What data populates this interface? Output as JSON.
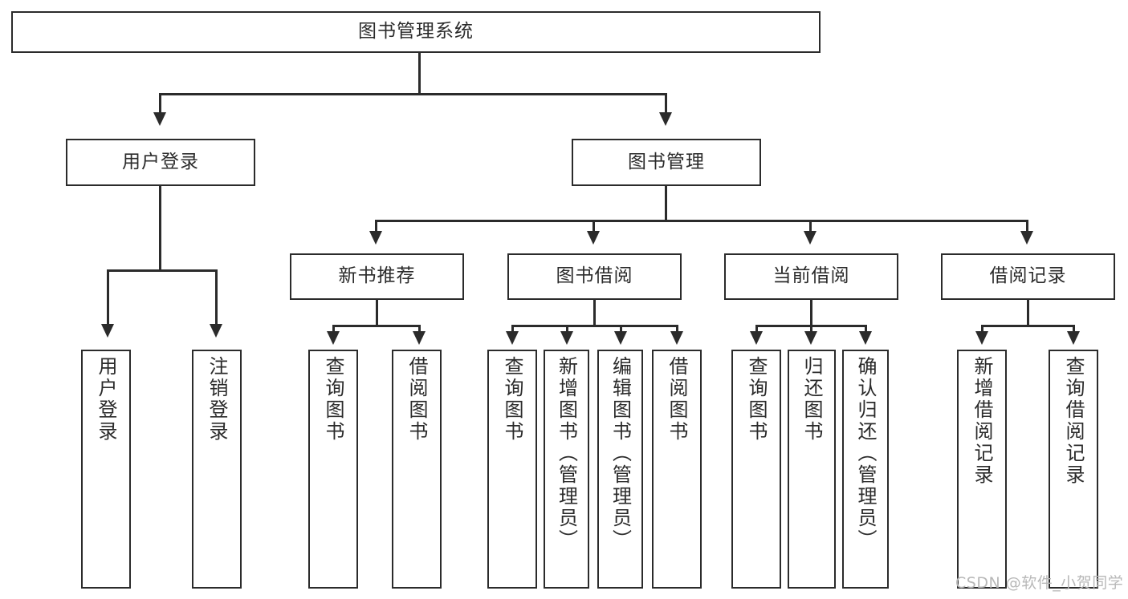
{
  "diagram": {
    "type": "tree",
    "title": "图书管理系统",
    "root": {
      "id": "root",
      "label": "图书管理系统"
    },
    "level2": [
      {
        "id": "user-login",
        "label": "用户登录"
      },
      {
        "id": "book-management",
        "label": "图书管理"
      }
    ],
    "level3": [
      {
        "id": "new-book-recommend",
        "label": "新书推荐",
        "parent": "book-management"
      },
      {
        "id": "book-borrow",
        "label": "图书借阅",
        "parent": "book-management"
      },
      {
        "id": "current-borrow",
        "label": "当前借阅",
        "parent": "book-management"
      },
      {
        "id": "borrow-record",
        "label": "借阅记录",
        "parent": "book-management"
      }
    ],
    "leaves": [
      {
        "id": "leaf-user-login",
        "label": "用户登录",
        "parent": "user-login"
      },
      {
        "id": "leaf-user-logout",
        "label": "注销登录",
        "parent": "user-login"
      },
      {
        "id": "leaf-query-book-1",
        "label": "查询图书",
        "parent": "new-book-recommend"
      },
      {
        "id": "leaf-borrow-book-1",
        "label": "借阅图书",
        "parent": "new-book-recommend"
      },
      {
        "id": "leaf-query-book-2",
        "label": "查询图书",
        "parent": "book-borrow"
      },
      {
        "id": "leaf-add-book",
        "label": "新增图书（管理员）",
        "parent": "book-borrow"
      },
      {
        "id": "leaf-edit-book",
        "label": "编辑图书（管理员）",
        "parent": "book-borrow"
      },
      {
        "id": "leaf-borrow-book-2",
        "label": "借阅图书",
        "parent": "book-borrow"
      },
      {
        "id": "leaf-query-book-3",
        "label": "查询图书",
        "parent": "current-borrow"
      },
      {
        "id": "leaf-return-book",
        "label": "归还图书",
        "parent": "current-borrow"
      },
      {
        "id": "leaf-confirm-return",
        "label": "确认归还（管理员）",
        "parent": "current-borrow"
      },
      {
        "id": "leaf-add-record",
        "label": "新增借阅记录",
        "parent": "borrow-record"
      },
      {
        "id": "leaf-query-record",
        "label": "查询借阅记录",
        "parent": "borrow-record"
      }
    ]
  },
  "watermark": {
    "text": "CSDN @软件_小贺同学"
  },
  "colors": {
    "stroke": "#2b2b2b",
    "background": "#ffffff",
    "watermark": "#b8b8b8"
  }
}
